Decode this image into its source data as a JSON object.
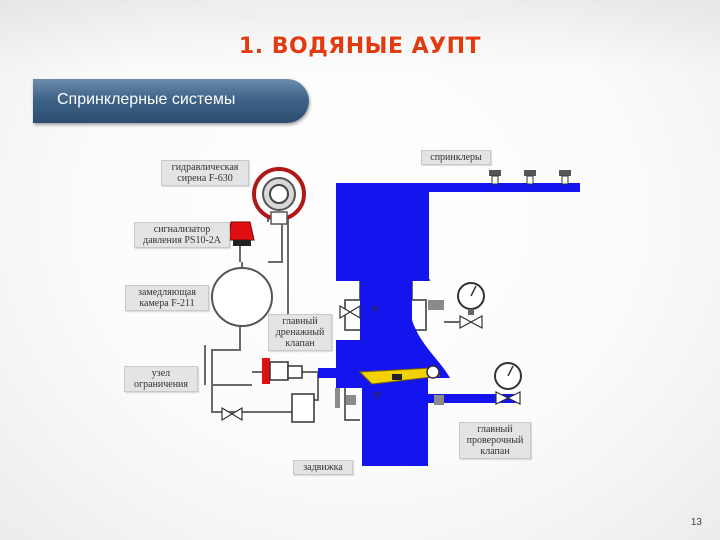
{
  "slide": {
    "title": "1. ВОДЯНЫЕ АУПТ",
    "subtitle": "Спринклерные системы",
    "page_number": "13"
  },
  "diagram": {
    "labels": {
      "hydraulic_siren": "гидравлическая\nсирена F-630",
      "pressure_switch": "сигнализатор\nдавления PS10-2A",
      "retard_chamber": "замедляющая\nкамера F-211",
      "restriction_unit": "узел\nограничения",
      "sprinklers": "спринклеры",
      "main_drain_valve": "главный\nдренажный\nклапан",
      "main_test_valve": "главный\nпроверочный\nклапан",
      "gate_valve": "задвижка"
    },
    "colors": {
      "water": "#1414ee",
      "clapper": "#f2d200",
      "alarm_red": "#e01010",
      "pipe_gray": "#6a6a6a",
      "label_bg": "#e4e4e4"
    }
  }
}
